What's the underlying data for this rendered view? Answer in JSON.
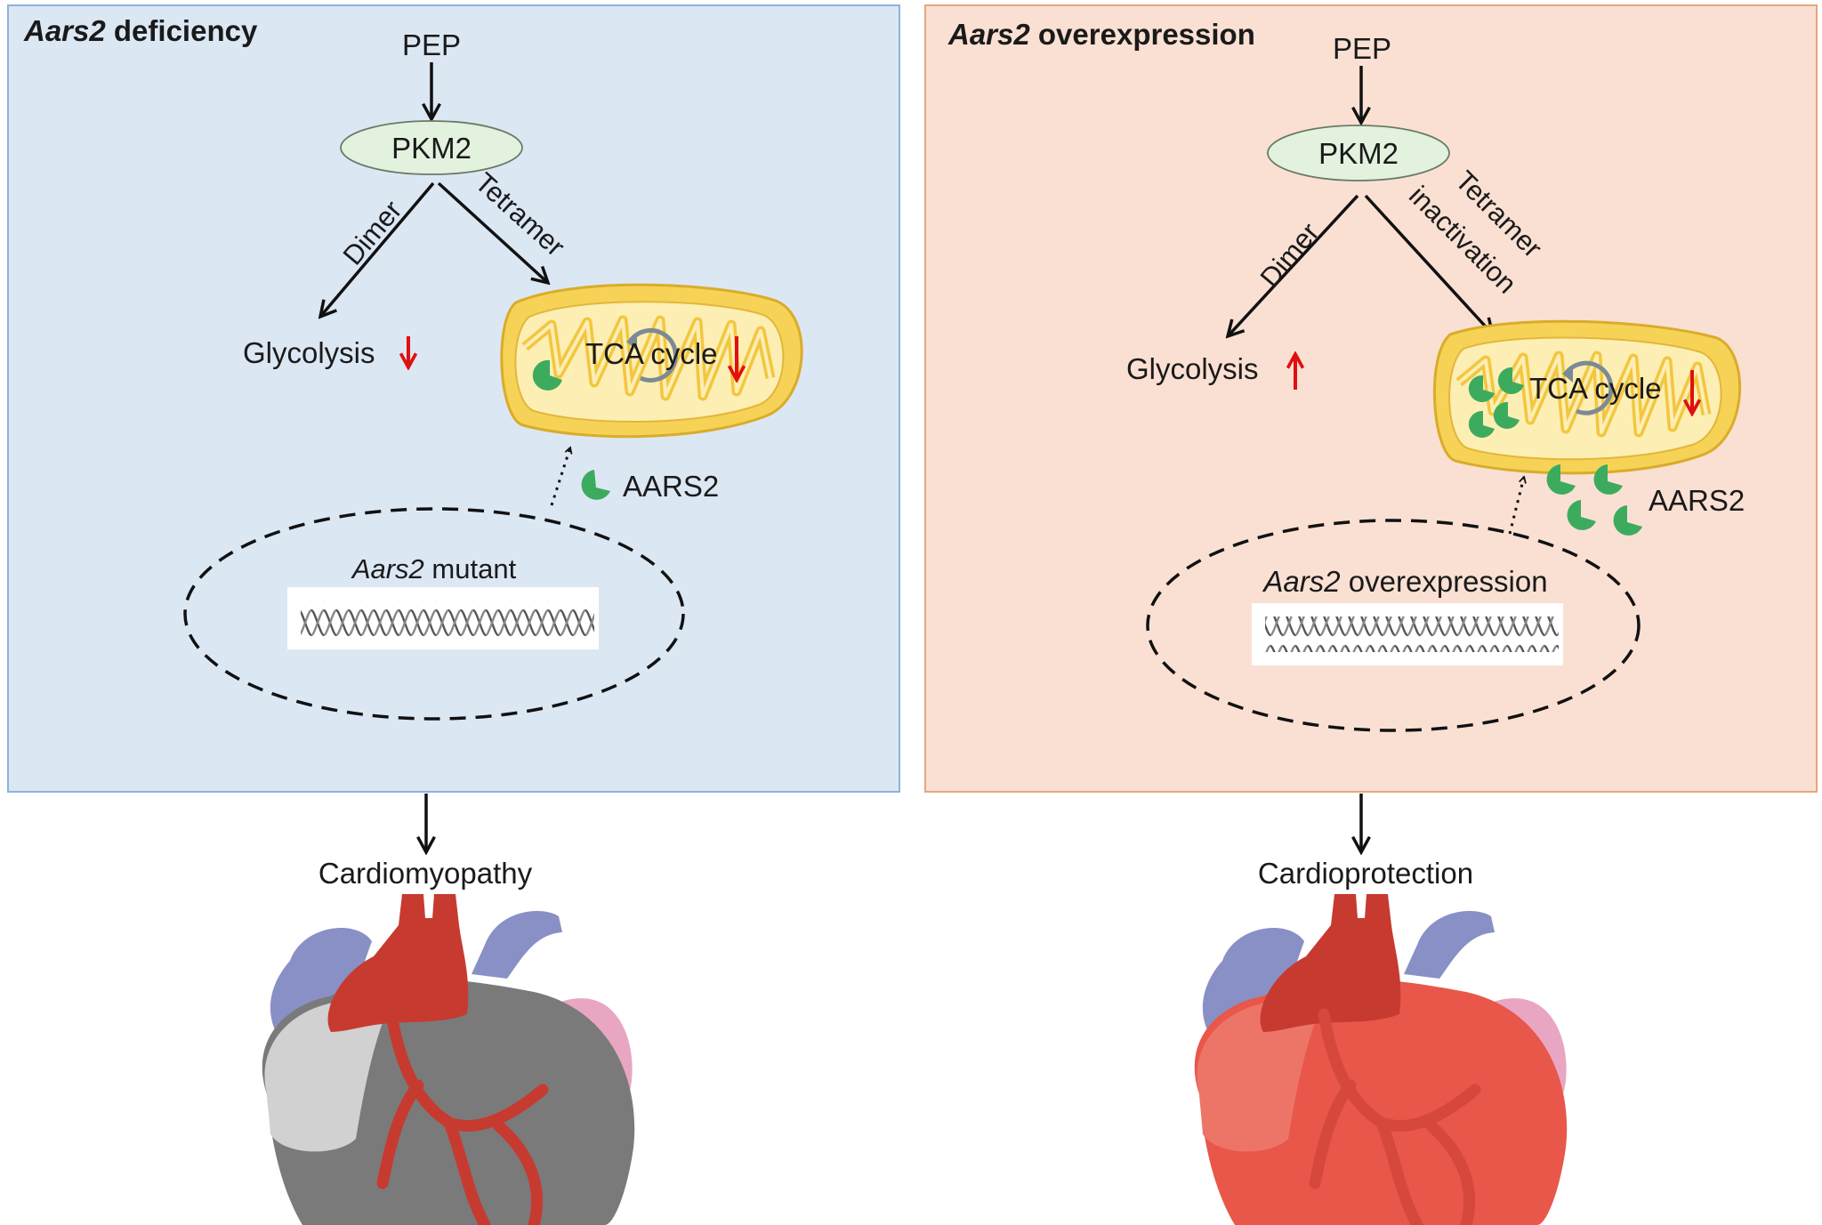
{
  "left_panel": {
    "title_italic": "Aars2",
    "title_rest": " deficiency",
    "substrate": "PEP",
    "enzyme": "PKM2",
    "dimer_label": "Dimer",
    "tetramer_label": "Tetramer",
    "glycolysis_label": "Glycolysis",
    "glycolysis_change": "down",
    "tca_label": "TCA cycle",
    "tca_change": "down",
    "protein_label": "AARS2",
    "gene_italic": "Aars2",
    "gene_rest": " mutant",
    "outcome": "Cardiomyopathy"
  },
  "right_panel": {
    "title_italic": "Aars2",
    "title_rest": " overexpression",
    "substrate": "PEP",
    "enzyme": "PKM2",
    "dimer_label": "Dimer",
    "tetramer_label_line1": "Tetramer",
    "tetramer_label_line2": "inactivation",
    "glycolysis_label": "Glycolysis",
    "glycolysis_change": "up",
    "tca_label": "TCA cycle",
    "tca_change": "down",
    "protein_label": "AARS2",
    "gene_italic": "Aars2",
    "gene_rest": " overexpression",
    "outcome": "Cardioprotection"
  },
  "colors": {
    "left_panel_bg": "#dce7f4",
    "left_panel_border": "#8fb3db",
    "right_panel_bg": "#fae0d3",
    "right_panel_border": "#e3a77f",
    "enzyme_fill": "#e3f2de",
    "mito_outer": "#f6d357",
    "mito_inner": "#fdeeb3",
    "aars2_green": "#3dab5e",
    "change_arrow": "#e01010",
    "heart_diseased": "#7a7a7a",
    "heart_healthy": "#e8574a",
    "aorta": "#c73a30",
    "vein": "#8990c6",
    "atrium_pink": "#e8a6c2"
  }
}
